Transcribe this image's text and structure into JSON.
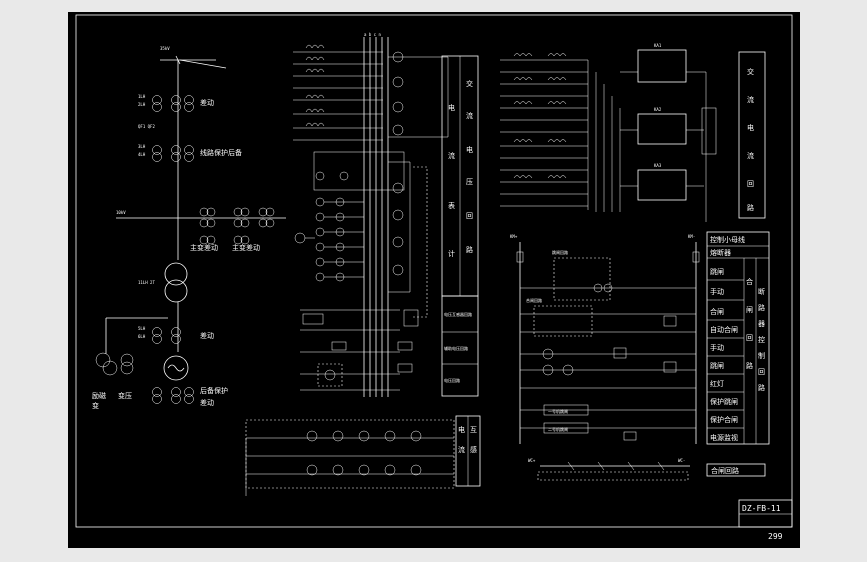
{
  "drawing": {
    "drawing_number": "DZ-FB-11",
    "page_number": "299",
    "summary_label": "合闸回路"
  },
  "primary": {
    "bus_top": "35kV",
    "bus_mid": "10kV",
    "labels": {
      "gen_protect": "差动",
      "line_protect": "线路保护后备",
      "main_gen_a": "主变差动",
      "main_gen_b": "主变差动",
      "excite": "差动",
      "gen_backup": "后备保护",
      "gen_diff": "差动"
    },
    "bottom_left": [
      "励磁",
      "变压",
      "变"
    ],
    "ct_tags": [
      "1LH",
      "2LH",
      "3LH",
      "4LH",
      "5LH",
      "6LH"
    ]
  },
  "ac_panel": {
    "title_col1": [
      "电",
      "流",
      "表",
      "计"
    ],
    "title_col2": [
      "交",
      "流",
      "电",
      "压",
      "回",
      "路"
    ],
    "box_labels": [
      "电压互感器回路",
      "辅助电压回路",
      "电压回路"
    ],
    "bottom_panel": [
      "电",
      "流",
      "互",
      "感"
    ]
  },
  "relay_panel": {
    "title": [
      "交",
      "流",
      "电",
      "流",
      "回",
      "路"
    ],
    "relays": [
      "KA1",
      "KA2",
      "KA3"
    ]
  },
  "control_panel": {
    "top_label": "控制小母线",
    "items": [
      "熔断器",
      "跳闸",
      "手动",
      "合闸",
      "自动合闸",
      "手动",
      "跳闸",
      "红灯",
      "保护跳闸",
      "保护合闸",
      "电源监视"
    ],
    "side_col": [
      "合",
      "闸",
      "回",
      "路"
    ],
    "side_col2": [
      "断",
      "路",
      "器",
      "控",
      "制",
      "回",
      "路"
    ],
    "device_labels": [
      "跳闸回路",
      "合闸回路",
      "一号机跳闸",
      "二号机跳闸"
    ],
    "wire_labels": [
      "KM+",
      "KM-",
      "WC+",
      "WC-",
      "WC-"
    ]
  }
}
